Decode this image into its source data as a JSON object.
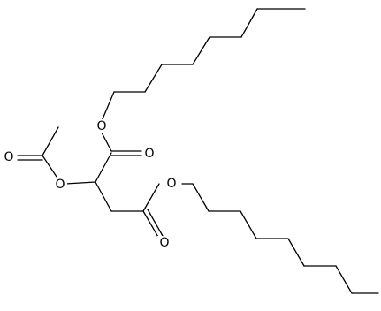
{
  "molecule": {
    "atoms": {
      "o_ester_top": "O",
      "o_carbonyl_top": "O",
      "o_ester_bottom": "O",
      "o_carbonyl_bottom": "O",
      "o_acetoxy": "O",
      "o_acetyl_carbonyl": "O"
    },
    "colors": {
      "bond": "#000000",
      "label": "#000000",
      "background": "#ffffff"
    }
  }
}
